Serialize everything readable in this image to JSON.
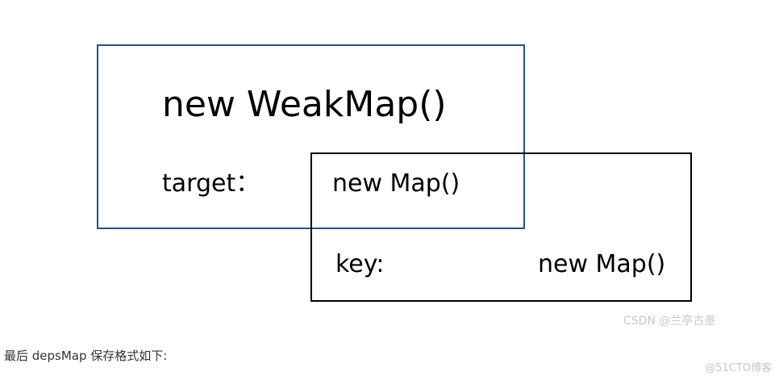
{
  "diagram": {
    "weakmap_box": {
      "title": "new WeakMap()",
      "target_label": "target："
    },
    "map_box": {
      "title": "new Map()",
      "key_label": "key:",
      "value_label": "new Map()"
    }
  },
  "watermark_csdn": "CSDN @兰亭古墨",
  "caption": "最后 depsMap 保存格式如下:",
  "watermark_51cto": "@51CTO博客",
  "colors": {
    "weakmap_border": "#2f4f80",
    "map_border": "#000000"
  }
}
